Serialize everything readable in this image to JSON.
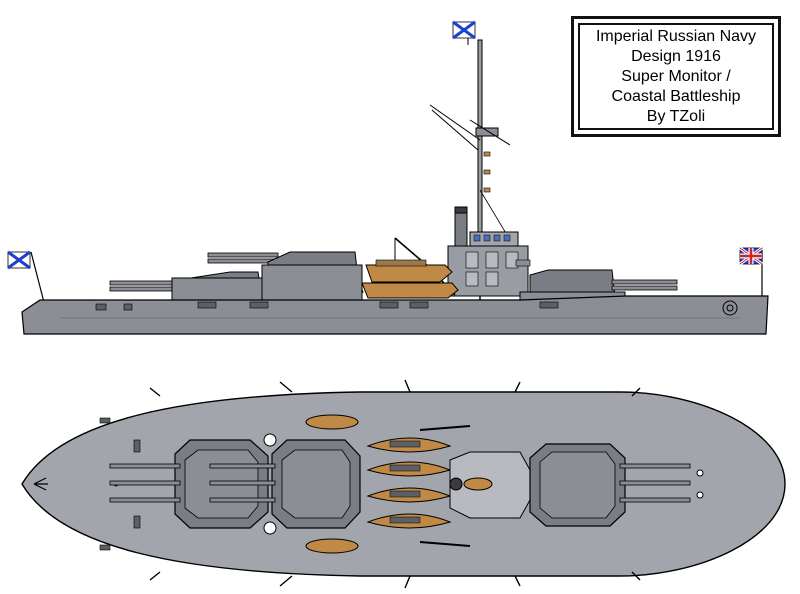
{
  "title_lines": [
    "Imperial Russian Navy",
    "Design 1916",
    "Super Monitor /",
    "Coastal Battleship",
    "By TZoli"
  ],
  "colors": {
    "hull": "#8c8e96",
    "hull_dark": "#5d5f66",
    "deck_grey": "#a3a5ac",
    "turret": "#7b7d85",
    "boat_wood": "#c08a46",
    "outline": "#000000",
    "background": "#ffffff",
    "st_andrew_blue": "#1f3fd0",
    "union_red": "#d12626"
  },
  "flags": [
    {
      "name": "st-andrew-ensign-mast",
      "type": "st-andrew"
    },
    {
      "name": "st-andrew-ensign-stern",
      "type": "st-andrew"
    },
    {
      "name": "jack-bow",
      "type": "union"
    }
  ]
}
